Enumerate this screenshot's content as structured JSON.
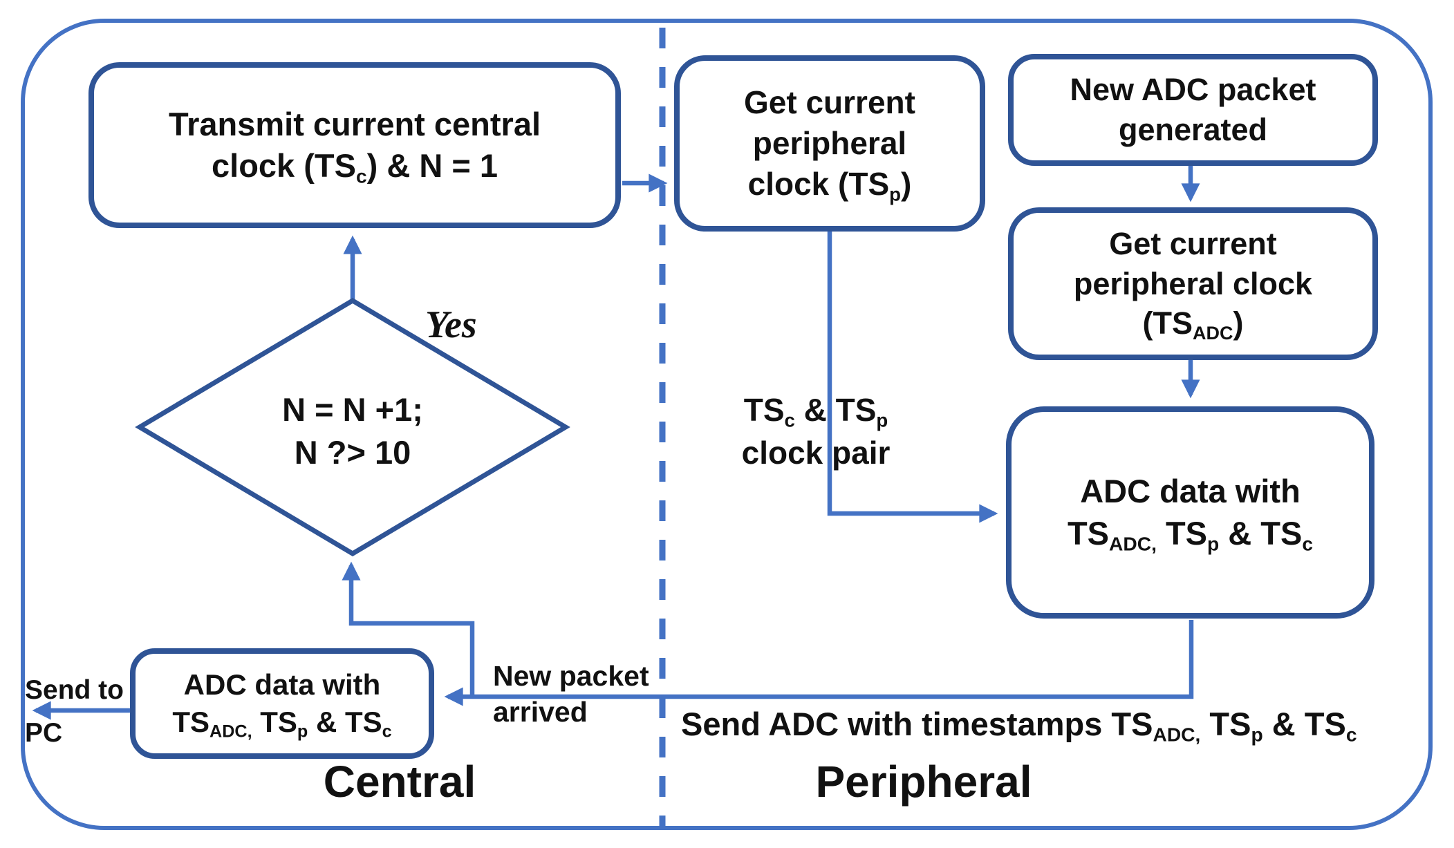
{
  "diagram": {
    "colors": {
      "box_border": "#2F5496",
      "connector": "#4472C4",
      "divider": "#4472C4",
      "outer_border": "#4472C4",
      "text": "#111111",
      "background": "#ffffff"
    },
    "regions": {
      "left_title": "Central",
      "right_title": "Peripheral"
    },
    "boxes": {
      "transmit": {
        "lines": [
          "Transmit current central",
          "clock (TS~c~) & N = 1"
        ]
      },
      "get_peripheral": {
        "lines": [
          "Get current",
          "peripheral",
          "clock (TS~p~)"
        ]
      },
      "new_packet_gen": {
        "lines": [
          "New ADC packet",
          "generated"
        ]
      },
      "get_peripheral_adc": {
        "lines": [
          "Get current",
          "peripheral clock",
          "(TS~ADC~)"
        ]
      },
      "adc_data_right": {
        "lines": [
          "ADC data with",
          "TS~ADC,~ TS~p~ & TS~c~"
        ]
      },
      "adc_data_left": {
        "lines": [
          "ADC data with",
          "TS~ADC,~ TS~p~ & TS~c~"
        ]
      }
    },
    "decision": {
      "lines": [
        "N = N +1;",
        "N ?> 10"
      ]
    },
    "labels": {
      "yes": "Yes",
      "send_to_pc": {
        "lines": [
          "Send to",
          "PC"
        ]
      },
      "new_packet_arrived": {
        "lines": [
          "New packet",
          "arrived"
        ]
      },
      "clock_pair": {
        "lines": [
          "TS~c~ & TS~p~",
          "clock pair"
        ]
      },
      "send_adc": "Send ADC with timestamps TS~ADC,~ TS~p~ & TS~c~"
    }
  }
}
